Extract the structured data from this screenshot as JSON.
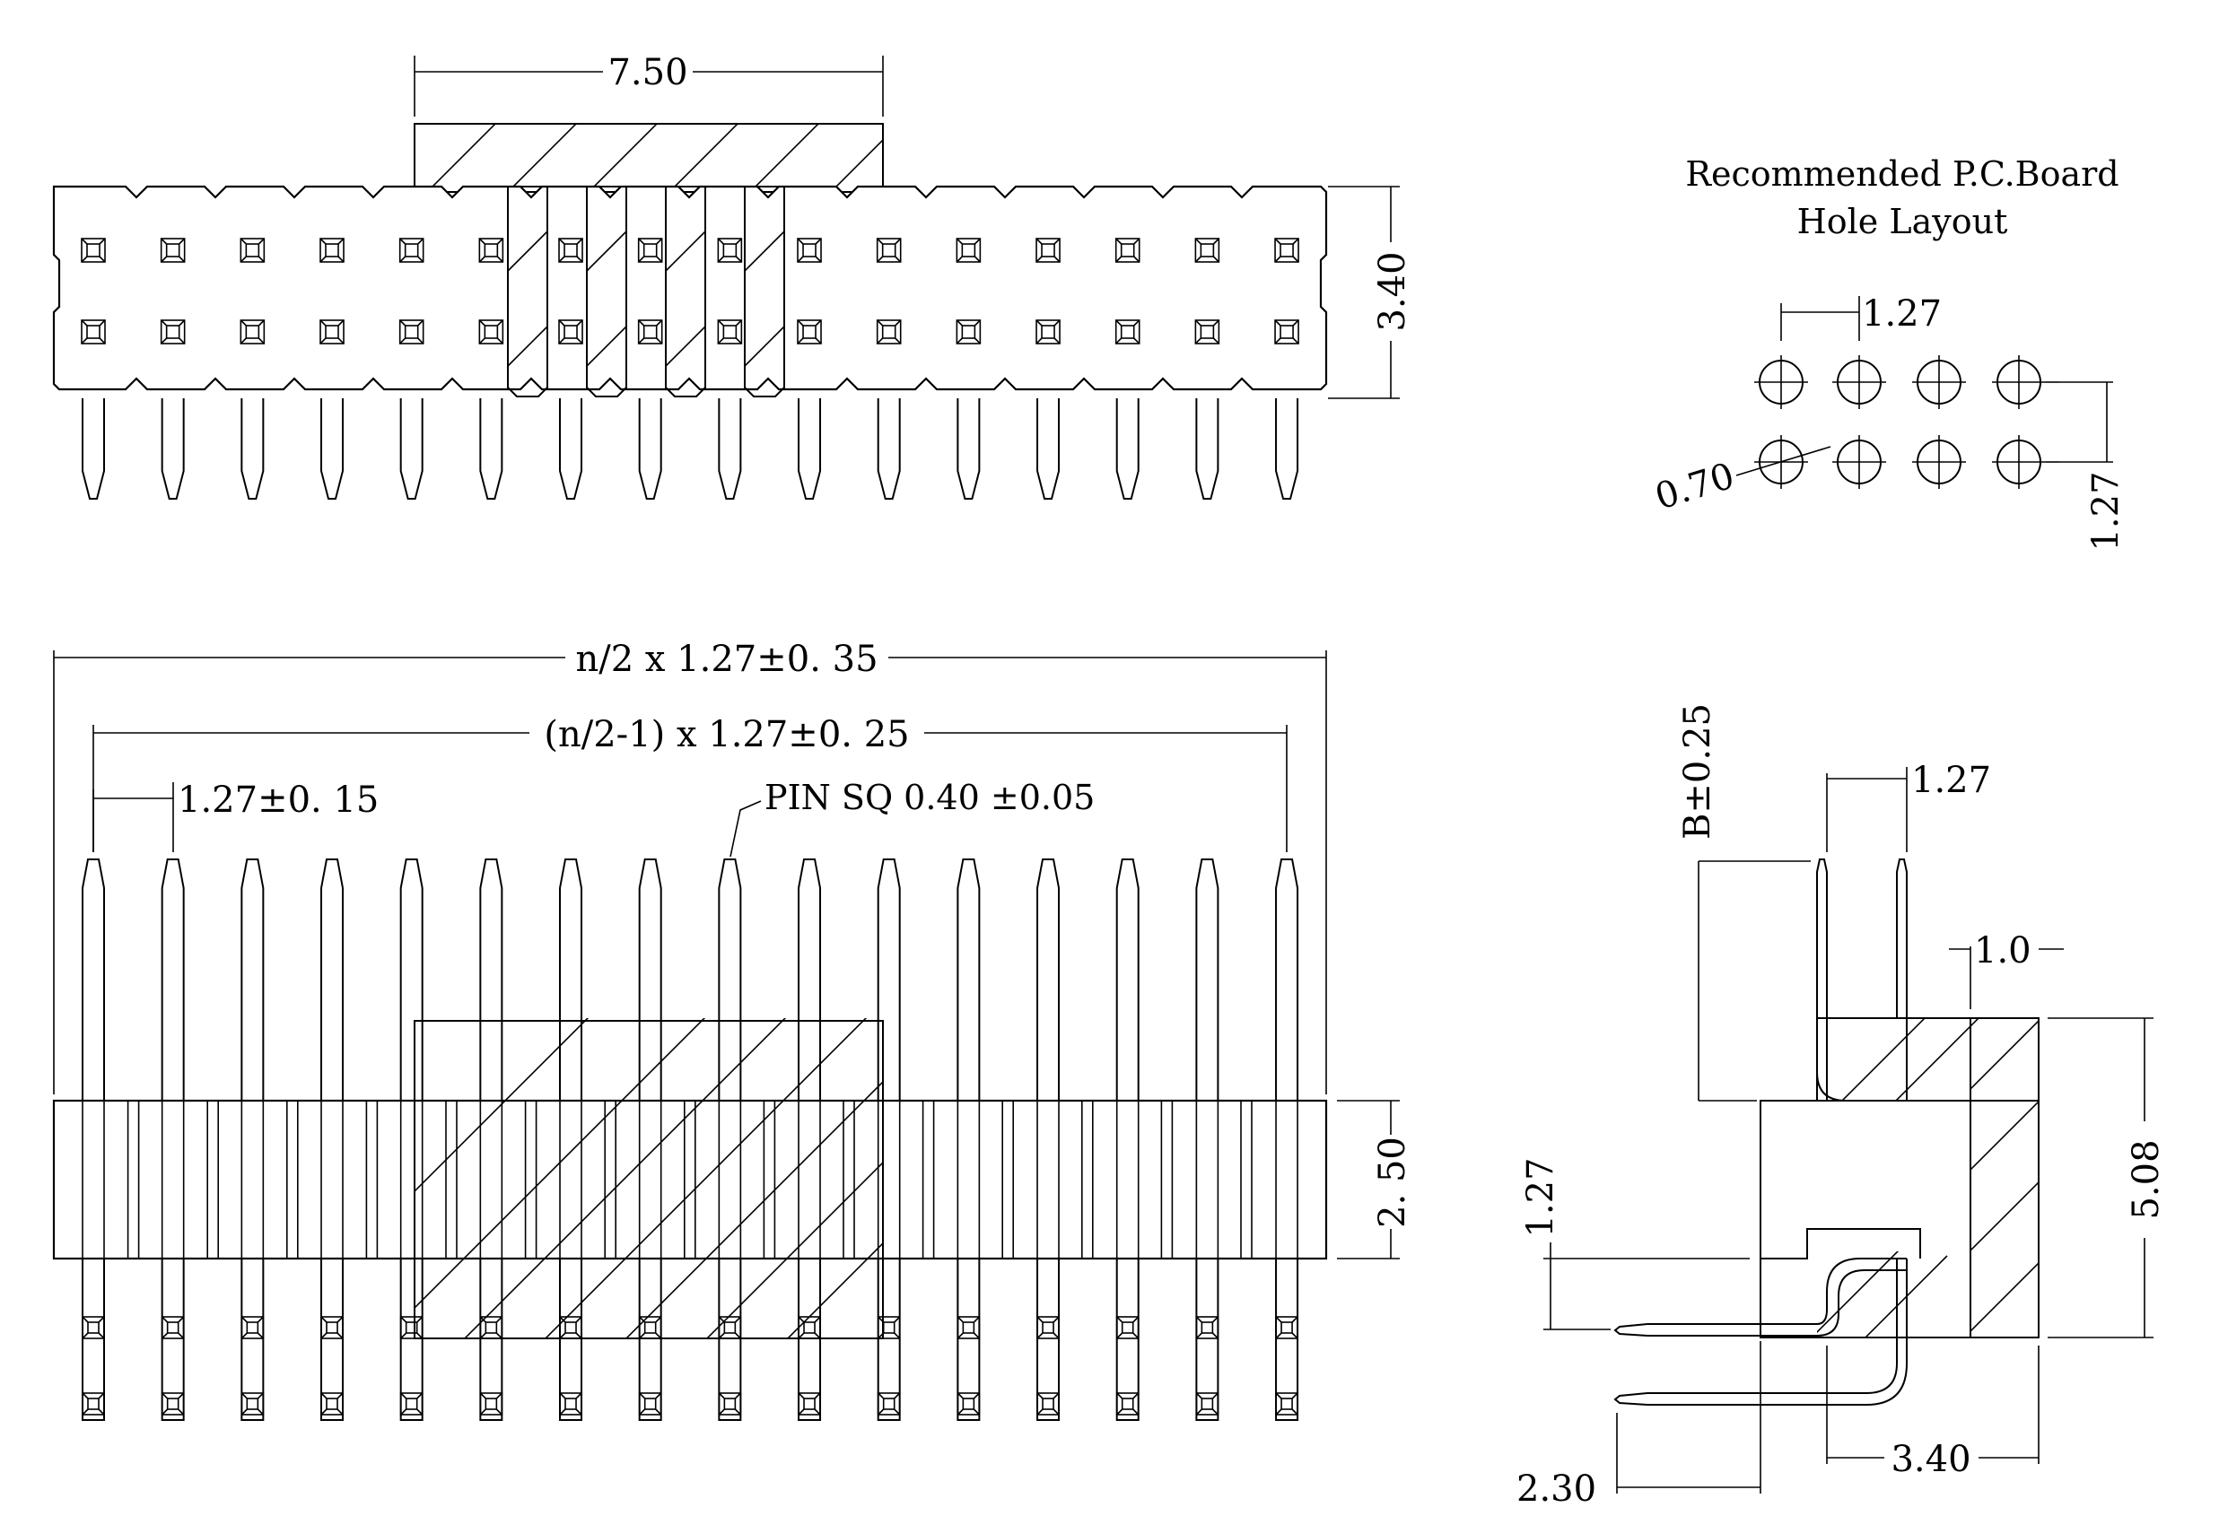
{
  "colors": {
    "line": "#000000",
    "background": "#ffffff"
  },
  "top_view": {
    "dim_window_width": "7.50",
    "dim_height": "3.40"
  },
  "front_view": {
    "dim_overall": "n/2 x 1.27±0. 35",
    "dim_pitch_total": "(n/2-1) x 1.27±0. 25",
    "dim_pitch": "1.27±0. 15",
    "pin_note": "PIN SQ 0.40 ±0.05",
    "dim_body_height": "2. 50"
  },
  "pcb_layout": {
    "title_line1": "Recommended P.C.Board",
    "title_line2": "Hole Layout",
    "dim_pitch_x": "1.27",
    "dim_pitch_y": "1.27",
    "dim_hole": "0.70"
  },
  "side_view": {
    "dim_b": "B±0.25",
    "dim_pitch": "1.27",
    "dim_wall": "1.0",
    "dim_height": "5.08",
    "dim_offset": "1.27",
    "dim_body": "3.40",
    "dim_tail": "2.30"
  }
}
